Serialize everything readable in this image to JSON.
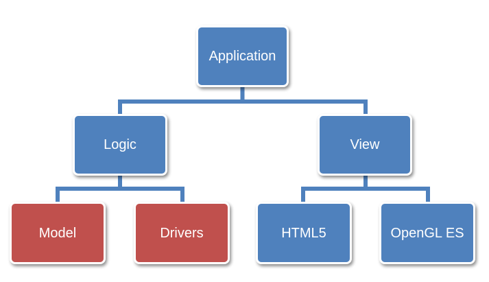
{
  "colors": {
    "blue_node": "#4f81bd",
    "red_node": "#c0504d",
    "connector": "#4f81bd"
  },
  "nodes": {
    "application": {
      "label": "Application",
      "color": "blue"
    },
    "logic": {
      "label": "Logic",
      "color": "blue"
    },
    "view": {
      "label": "View",
      "color": "blue"
    },
    "model": {
      "label": "Model",
      "color": "red"
    },
    "drivers": {
      "label": "Drivers",
      "color": "red"
    },
    "html5": {
      "label": "HTML5",
      "color": "blue"
    },
    "opengl": {
      "label": "OpenGL ES",
      "color": "blue"
    }
  },
  "edges": [
    {
      "from": "application",
      "to": "logic"
    },
    {
      "from": "application",
      "to": "view"
    },
    {
      "from": "logic",
      "to": "model"
    },
    {
      "from": "logic",
      "to": "drivers"
    },
    {
      "from": "view",
      "to": "html5"
    },
    {
      "from": "view",
      "to": "opengl"
    }
  ]
}
